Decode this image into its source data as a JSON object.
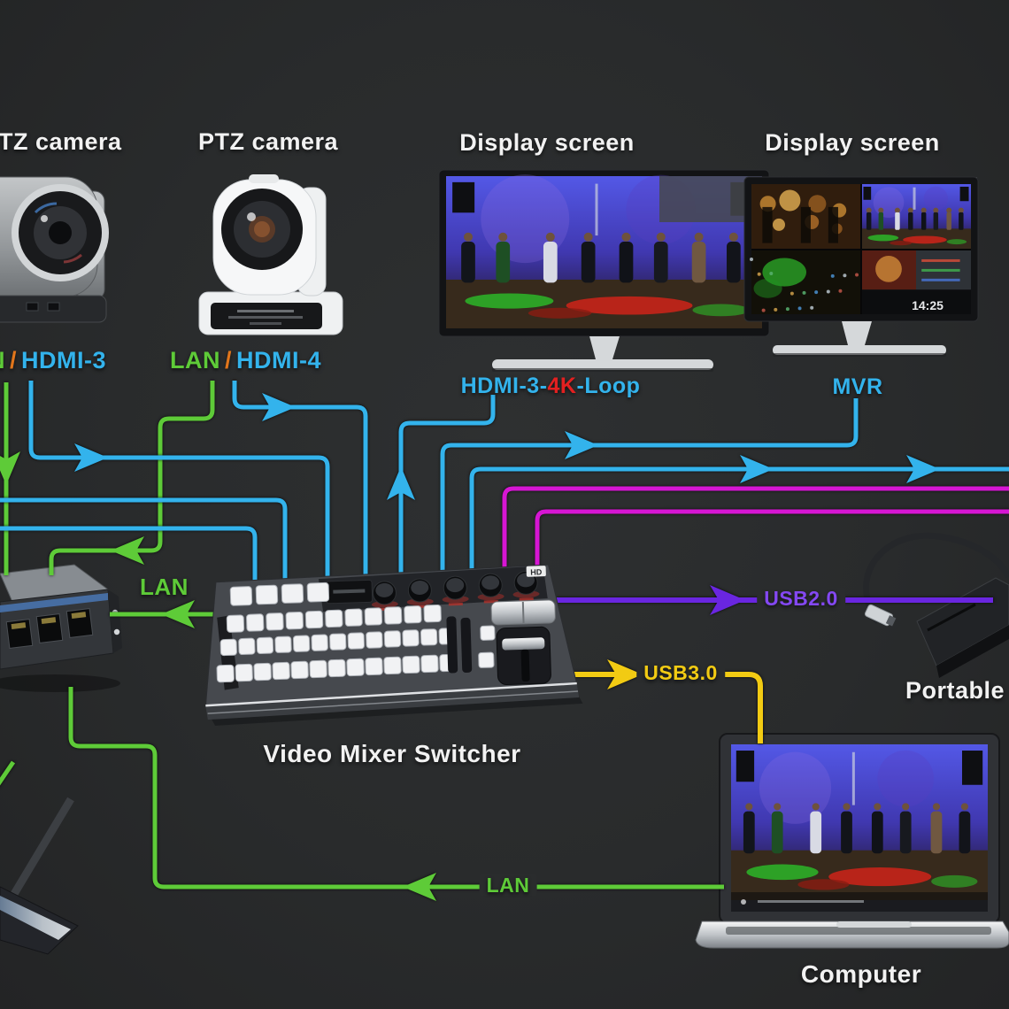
{
  "background": "#2a2c2d",
  "palette": {
    "lan_green": "#5ecb38",
    "hdmi_cyan": "#33b3ec",
    "stream_magenta": "#d616d3",
    "usb2_purple": "#6a26e0",
    "usb2_label_purple": "#8448f2",
    "usb3_yellow": "#f2cb13",
    "slash_orange": "#e2761b",
    "loop_4k_red": "#e32020",
    "label_white": "#f2f2f2"
  },
  "labels": {
    "camera1_title": "TZ camera",
    "camera2_title": "PTZ camera",
    "display1_title": "Display screen",
    "display2_title": "Display screen",
    "camera1_ports": {
      "lan_fragment": "N",
      "slash": "/",
      "hdmi": "HDMI-3"
    },
    "camera2_ports": {
      "lan": "LAN",
      "slash": "/",
      "hdmi": "HDMI-4"
    },
    "display1_connection": {
      "prefix": "HDMI-3-",
      "mid": "4K",
      "suffix": "-Loop"
    },
    "display2_connection": "MVR",
    "display2_timecode": "14:25",
    "lan_switch": "LAN",
    "lan_bottom": "LAN",
    "usb2": "USB2.0",
    "usb3": "USB3.0",
    "mixer_title": "Video Mixer Switcher",
    "mixer_badge": "HD",
    "portable_title": "Portable",
    "computer_title": "Computer"
  }
}
